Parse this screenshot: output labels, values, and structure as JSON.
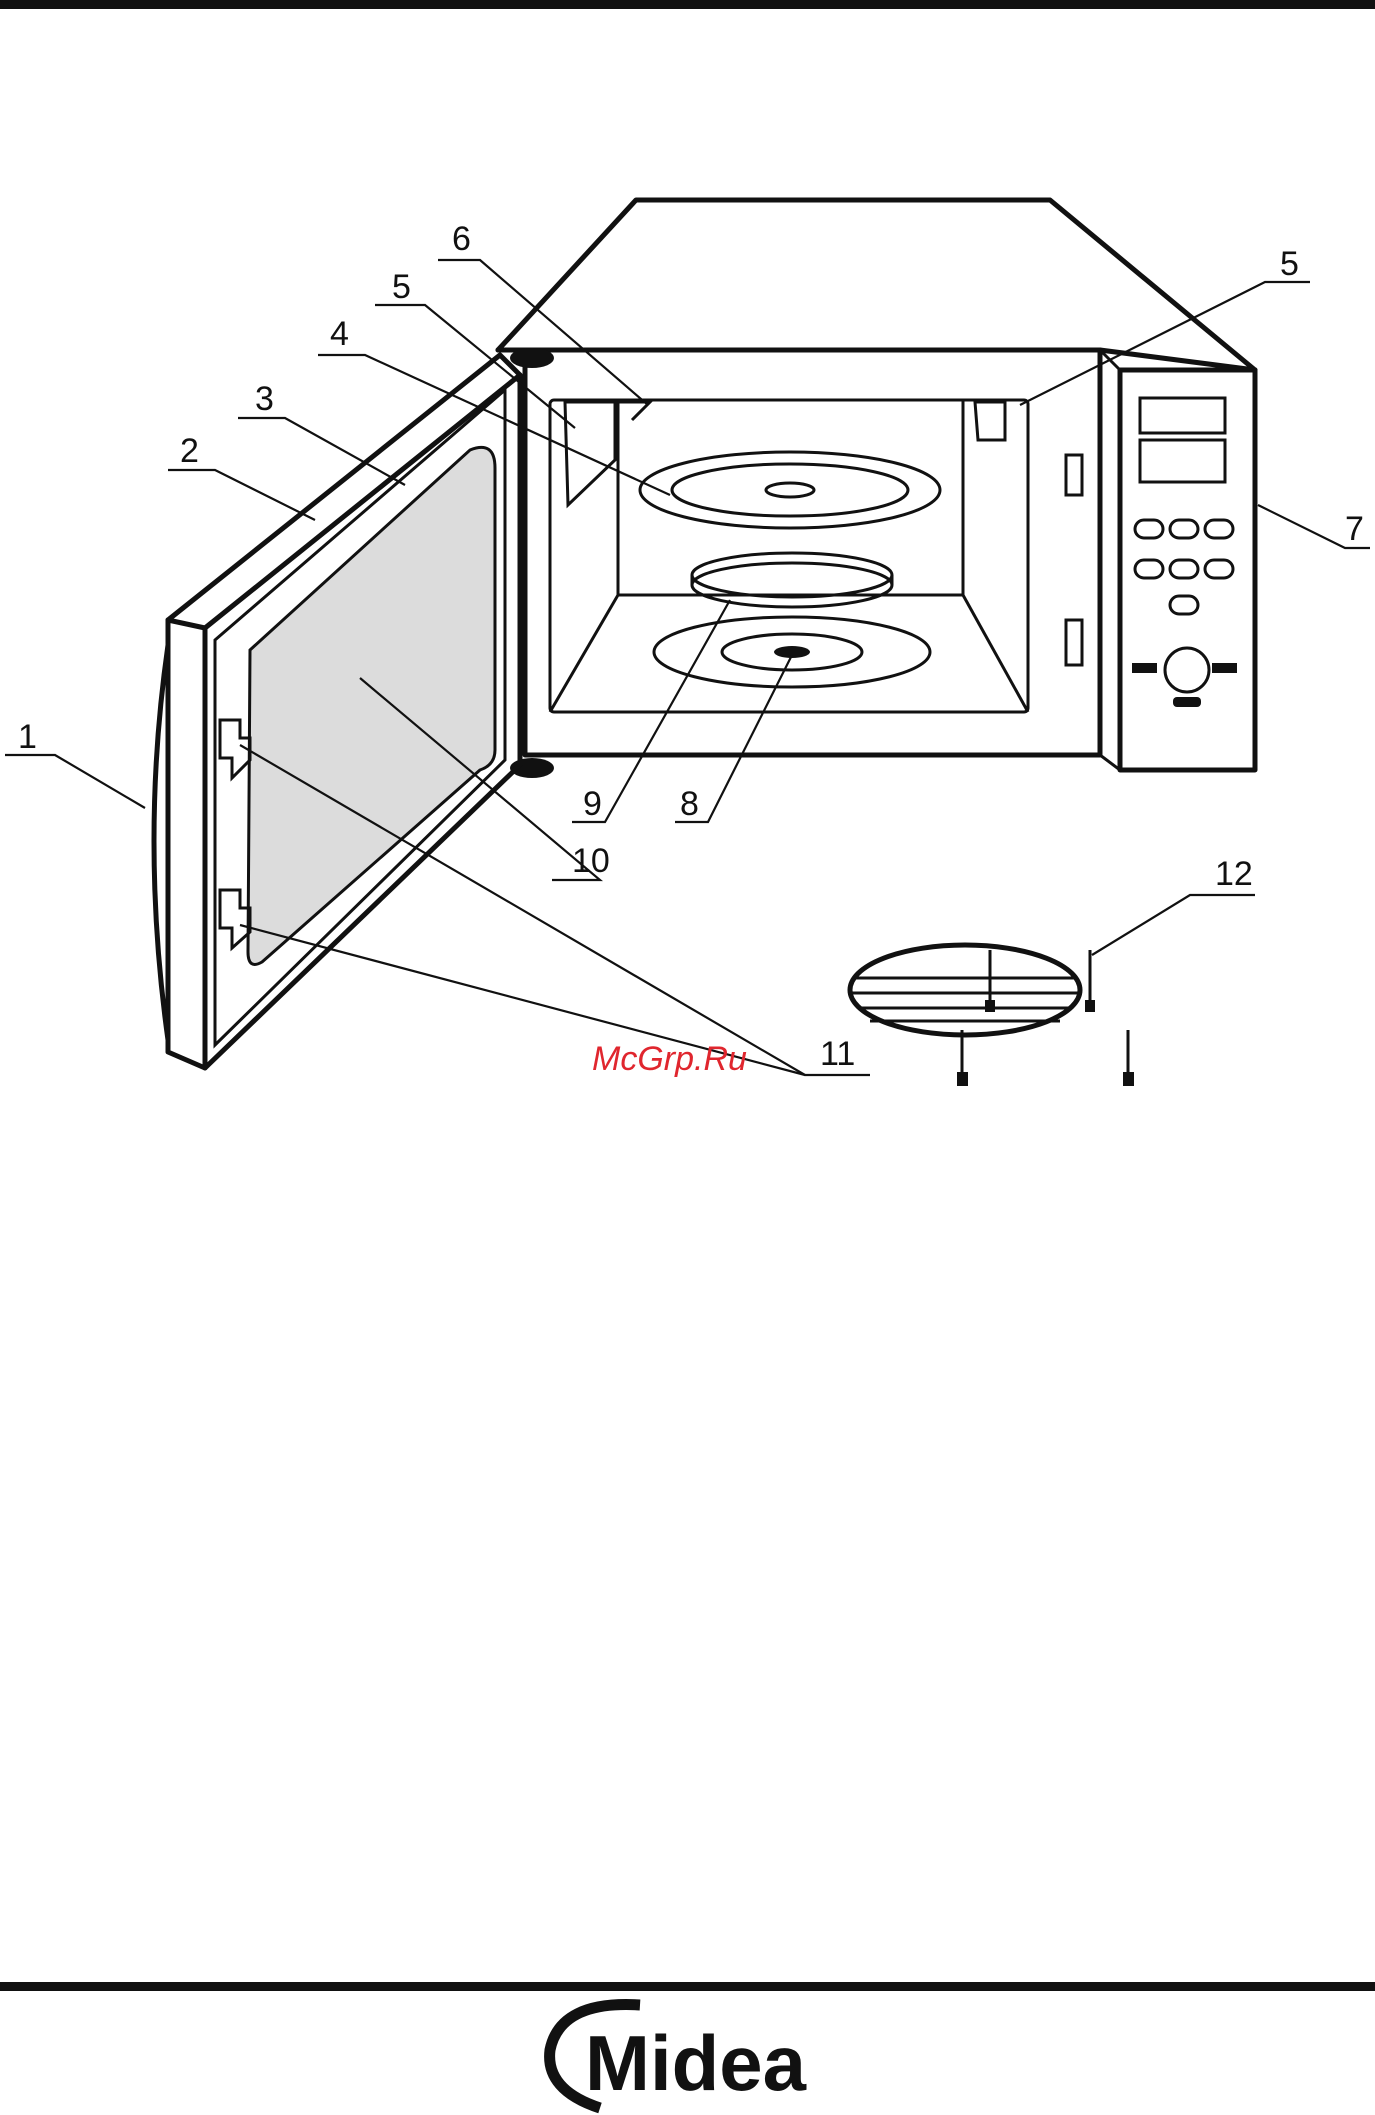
{
  "diagram": {
    "callouts": [
      "1",
      "2",
      "3",
      "4",
      "5",
      "5",
      "6",
      "7",
      "8",
      "9",
      "10",
      "11",
      "12"
    ]
  },
  "watermark": "McGrp.Ru",
  "footer": {
    "brand": "Midea"
  }
}
